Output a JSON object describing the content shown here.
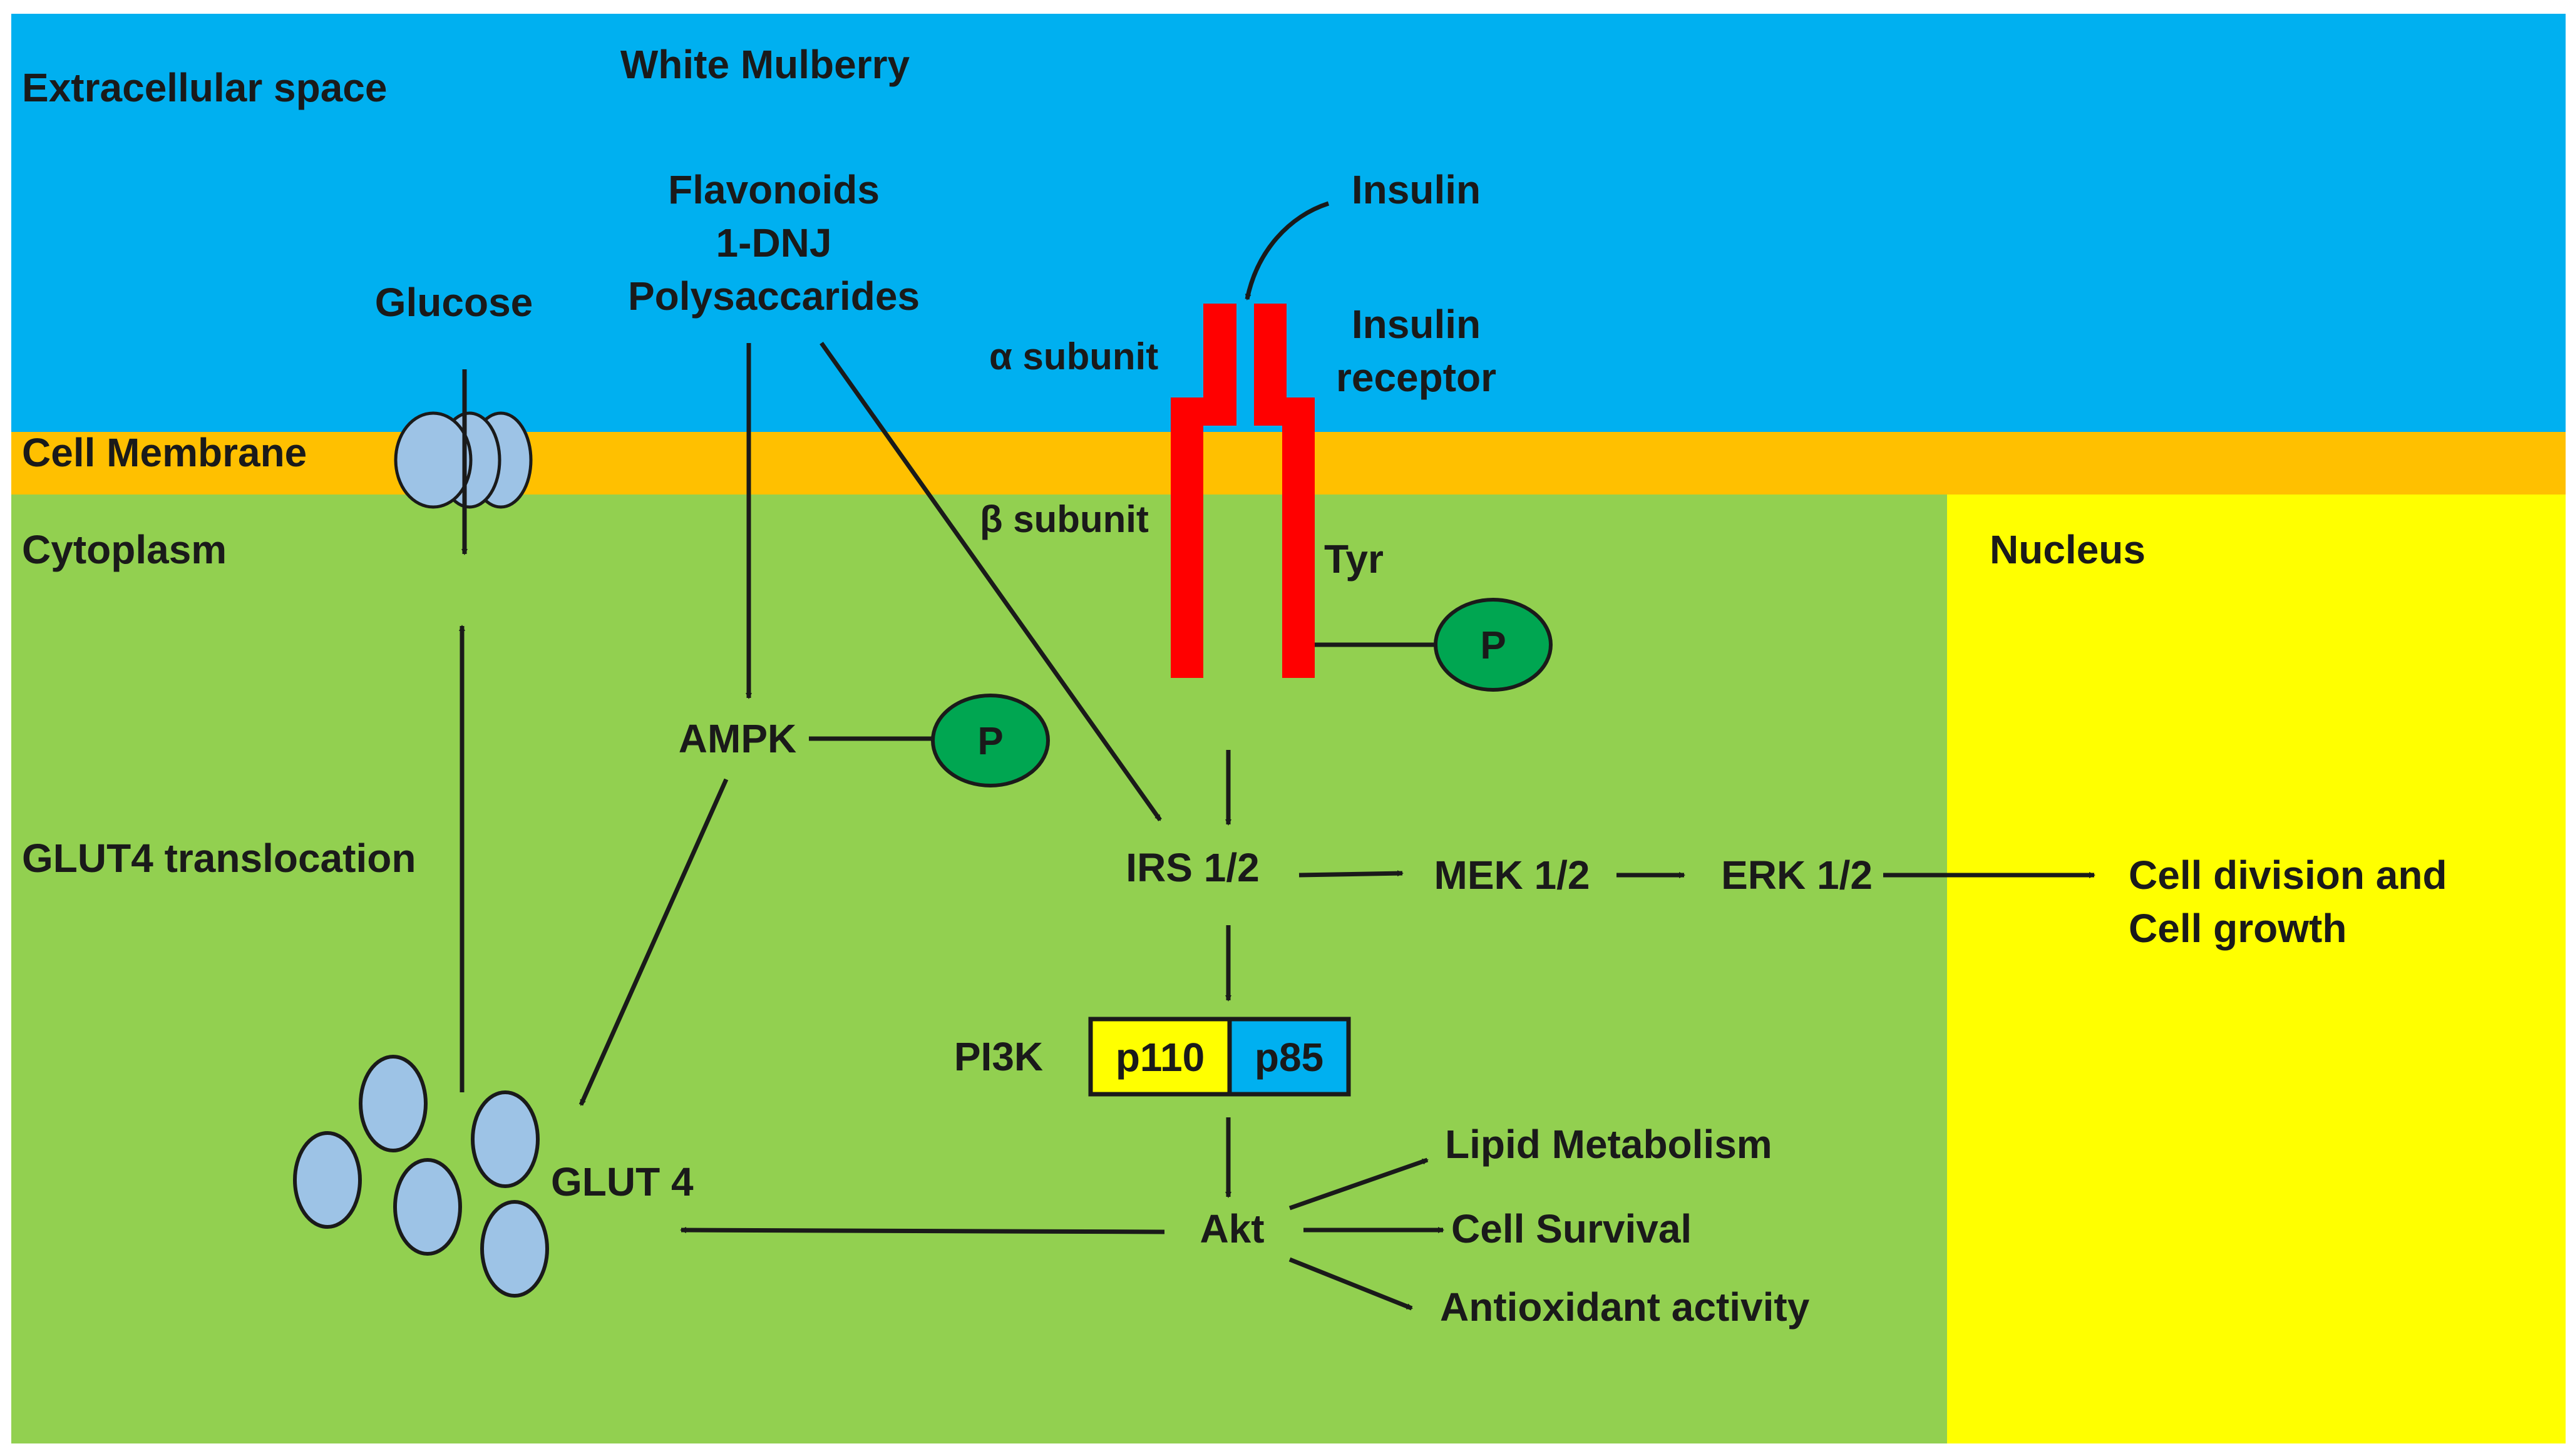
{
  "regions": {
    "extracellular": "Extracellular  space",
    "membrane": "Cell Membrane",
    "cytoplasm": "Cytoplasm",
    "nucleus": "Nucleus"
  },
  "source": {
    "title": "White Mulberry",
    "compounds": [
      "Flavonoids",
      "1-DNJ",
      "Polysaccarides"
    ]
  },
  "glucose": "Glucose",
  "insulin": "Insulin",
  "receptor": {
    "label_line1": "Insulin",
    "label_line2": "receptor",
    "alpha": "α subunit",
    "beta": "β  subunit",
    "tyr": "Tyr"
  },
  "phospho": "P",
  "ampk": "AMPK",
  "irs": "IRS 1/2",
  "mek": "MEK 1/2",
  "erk": "ERK 1/2",
  "cell_division": [
    "Cell division and",
    "Cell growth"
  ],
  "pi3k": {
    "label": "PI3K",
    "p110": "p110",
    "p85": "p85"
  },
  "akt": "Akt",
  "outcomes": {
    "lipid": "Lipid Metabolism",
    "survival": "Cell Survival",
    "antioxidant": "Antioxidant activity"
  },
  "glut4": "GLUT 4",
  "glut4_translocation": "GLUT4 translocation",
  "colors": {
    "extracellular": "#00B0F0",
    "membrane": "#FFC000",
    "cytoplasm": "#92D050",
    "nucleus": "#FFFF00",
    "receptor": "#FF0000",
    "phospho": "#00A651",
    "vesicle": "#9DC3E6",
    "p110": "#FFFF00",
    "p85": "#00B0F0"
  }
}
